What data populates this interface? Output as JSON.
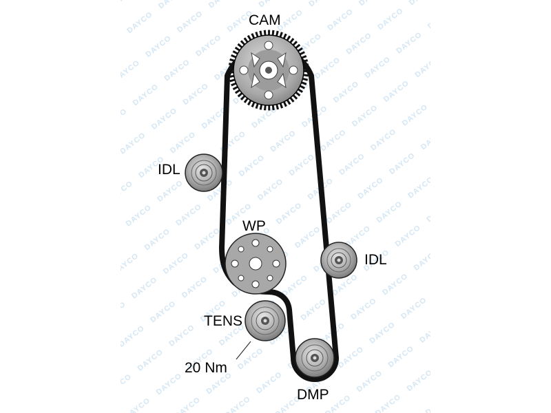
{
  "labels": {
    "cam": "CAM",
    "idler_left": "IDL",
    "water_pump": "WP",
    "idler_right": "IDL",
    "tensioner": "TENS",
    "torque": "20 Nm",
    "damper": "DMP"
  },
  "watermark": {
    "text": "DAYCO",
    "color": "#cfe3f2"
  },
  "colors": {
    "belt": "#111111",
    "pulley": "#b8b8b8",
    "pulley_dark": "#777777",
    "outline": "#000000"
  }
}
